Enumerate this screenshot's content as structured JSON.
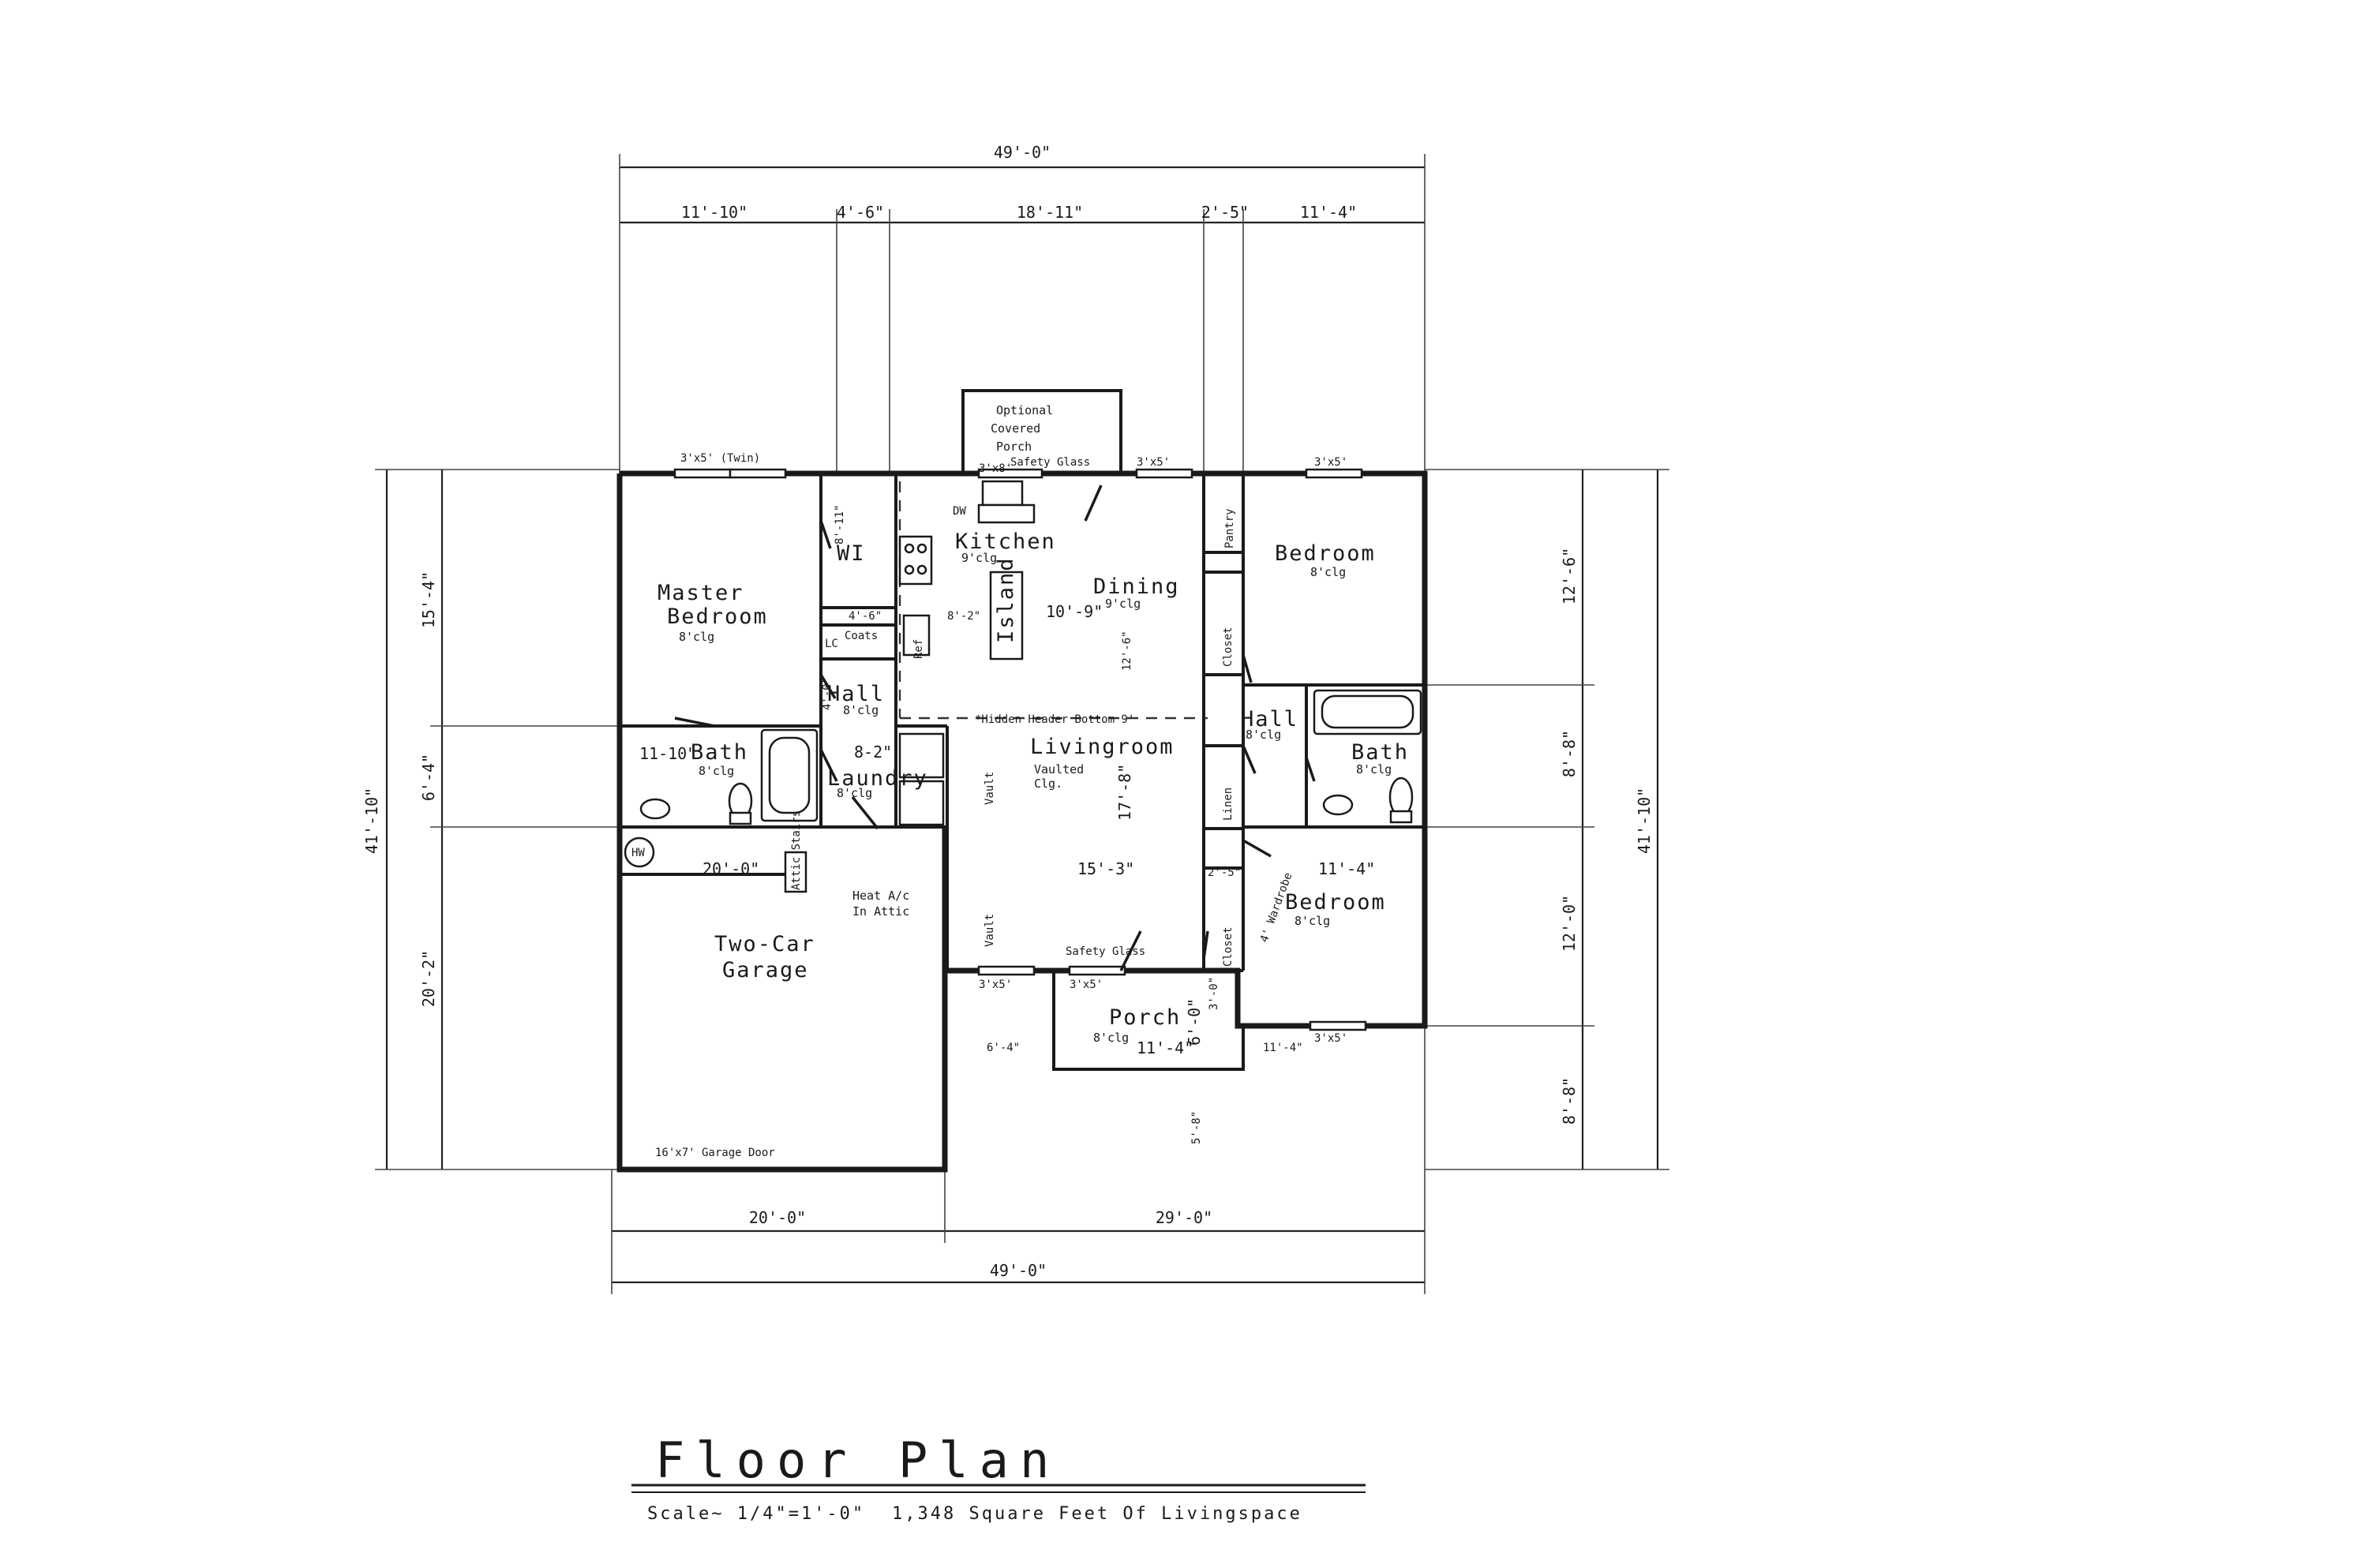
{
  "overall": {
    "width_top": "49'-0\"",
    "width_bottom": "49'-0\"",
    "depth_left": "41'-10\"",
    "depth_right": "41'-10\""
  },
  "top_segments": [
    "11'-10\"",
    "4'-6\"",
    "18'-11\"",
    "2'-5\"",
    "11'-4\""
  ],
  "left_segments": [
    "15'-4\"",
    "6'-4\"",
    "20'-2\""
  ],
  "right_segments": [
    "12'-6\"",
    "8'-8\"",
    "12'-0\"",
    "8'-8\""
  ],
  "bottom_segments": [
    "20'-0\"",
    "29'-0\""
  ],
  "rooms": {
    "master": {
      "name1": "Master",
      "name2": "Bedroom",
      "clg": "8'clg"
    },
    "wi": "WI",
    "coats": "Coats",
    "lc": "LC",
    "hall_left": {
      "name": "Hall",
      "clg": "8'clg"
    },
    "bath_left": {
      "name": "Bath",
      "clg": "8'clg",
      "dim": "11-10\""
    },
    "laundry": {
      "name": "Laundry",
      "clg": "8'clg",
      "dim": "8-2\""
    },
    "kitchen": {
      "name": "Kitchen",
      "clg": "9'clg"
    },
    "island": "Island",
    "ref": "Ref",
    "dw": "DW",
    "dining": {
      "name": "Dining",
      "clg": "9'clg",
      "dim": "10'-9\""
    },
    "livingroom": {
      "name": "Livingroom",
      "clg1": "Vaulted",
      "clg2": "Clg.",
      "dim_v": "17'-8\"",
      "dim_h": "15'-3\""
    },
    "vault1": "Vault",
    "vault2": "Vault",
    "hidden_header": "*Hidden Header Bottom 9'",
    "bedroom_ne": {
      "name": "Bedroom",
      "clg": "8'clg"
    },
    "bedroom_se": {
      "name": "Bedroom",
      "clg": "8'clg",
      "dim": "11'-4\""
    },
    "hall_right": {
      "name": "Hall",
      "clg": "8'clg"
    },
    "bath_right": {
      "name": "Bath",
      "clg": "8'clg"
    },
    "closet1": "Closet",
    "closet2": "Closet",
    "linen": "Linen",
    "pantry": "Pantry",
    "wardrobe": "4' Wardrobe",
    "garage": {
      "name1": "Two-Car",
      "name2": "Garage",
      "dim": "20'-0\"",
      "hvac1": "Heat A/c",
      "hvac2": "In Attic",
      "door": "16'x7' Garage Door"
    },
    "hw": "HW",
    "attic": "Attic Stairs",
    "porch_front": {
      "name": "Porch",
      "clg": "8'clg",
      "dim": "11'-4\"",
      "depth": "6'-0\""
    },
    "porch_rear": {
      "line1": "Optional",
      "line2": "Covered",
      "line3": "Porch"
    }
  },
  "windows": {
    "master_twin": "3'x5' (Twin)",
    "kitchen_sash": "3'x5'",
    "bed_ne": "3'x5'",
    "porch_rear_glass": "Safety Glass",
    "porch_rear_size": "3'x8'",
    "living_left": "3'x5'",
    "living_right": "3'x5'",
    "safety_glass": "Safety Glass",
    "bed_se": "3'x5'"
  },
  "misc_dims": {
    "d_8_11": "8'-11\"",
    "d_4_6": "4'-6\"",
    "d_4_0": "4'-0\"",
    "d_8_2": "8'-2\"",
    "d_12_6": "12'-6\"",
    "d_6_4": "6'-4\"",
    "d_11_4": "11'-4\"",
    "d_5_8": "5'-8\"",
    "d_3_0": "3'-0\"",
    "d_2_5": "2'-5\""
  },
  "title": "Floor Plan",
  "scale": "Scale~ 1/4\"=1'-0\"",
  "area": "1,348 Square Feet Of Livingspace"
}
